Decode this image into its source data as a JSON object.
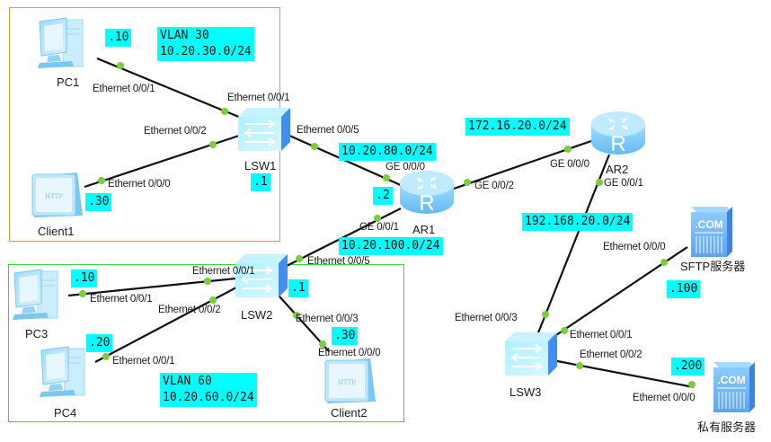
{
  "zones": [
    {
      "id": "vlan30",
      "border_color": "#f5962f",
      "title": "VLAN 30",
      "subnet": "10.20.30.0/24"
    },
    {
      "id": "vlan60",
      "border_color": "#33dd33",
      "title": "VLAN 60",
      "subnet": "10.20.60.0/24"
    }
  ],
  "colors": {
    "link": "#111111",
    "port_dot": "#7ccd3c",
    "tag_bg": "#00ffff",
    "device_light": "#bfe9ff",
    "device_mid": "#8fd3f7",
    "device_dark": "#5aa9ee"
  },
  "devices": {
    "pc1": {
      "name": "PC1",
      "type": "pc",
      "ip_suffix": ".10"
    },
    "client1": {
      "name": "Client1",
      "type": "client",
      "ip_suffix": ".30",
      "screen_text": "HTTP"
    },
    "lsw1": {
      "name": "LSW1",
      "type": "switch",
      "ip_suffix": ".1"
    },
    "ar1": {
      "name": "AR1",
      "type": "router",
      "ip_suffix": ".2"
    },
    "ar2": {
      "name": "AR2",
      "type": "router"
    },
    "lsw2": {
      "name": "LSW2",
      "type": "switch",
      "ip_suffix": ".1"
    },
    "pc3": {
      "name": "PC3",
      "type": "pc",
      "ip_suffix": ".10"
    },
    "pc4": {
      "name": "PC4",
      "type": "pc",
      "ip_suffix": ".20"
    },
    "client2": {
      "name": "Client2",
      "type": "client",
      "ip_suffix": ".30",
      "screen_text": "HTTP"
    },
    "lsw3": {
      "name": "LSW3",
      "type": "switch"
    },
    "sftp": {
      "name": "SFTP服务器",
      "type": "server",
      "ip_suffix": ".100",
      "screen_text": ".COM"
    },
    "private": {
      "name": "私有服务器",
      "type": "server",
      "ip_suffix": ".200",
      "screen_text": ".COM"
    }
  },
  "networks": {
    "ar1_lsw1": "10.20.80.0/24",
    "ar1_lsw2": "10.20.100.0/24",
    "ar1_ar2": "172.16.20.0/24",
    "ar2_lsw3": "192.168.20.0/24"
  },
  "links": [
    {
      "a": "PC1",
      "a_port": "Ethernet 0/0/1",
      "b": "LSW1",
      "b_port": "Ethernet 0/0/1"
    },
    {
      "a": "Client1",
      "a_port": "Ethernet 0/0/0",
      "b": "LSW1",
      "b_port": "Ethernet 0/0/2"
    },
    {
      "a": "LSW1",
      "a_port": "Ethernet 0/0/5",
      "b": "AR1",
      "b_port": "GE 0/0/0"
    },
    {
      "a": "AR1",
      "a_port": "GE 0/0/2",
      "b": "AR2",
      "b_port": "GE 0/0/0"
    },
    {
      "a": "AR1",
      "a_port": "GE 0/0/1",
      "b": "LSW2",
      "b_port": "Ethernet 0/0/5"
    },
    {
      "a": "PC3",
      "a_port": "Ethernet 0/0/1",
      "b": "LSW2",
      "b_port": "Ethernet 0/0/1"
    },
    {
      "a": "PC4",
      "a_port": "Ethernet 0/0/1",
      "b": "LSW2",
      "b_port": "Ethernet 0/0/2"
    },
    {
      "a": "Client2",
      "a_port": "Ethernet 0/0/0",
      "b": "LSW2",
      "b_port": "Ethernet 0/0/3"
    },
    {
      "a": "AR2",
      "a_port": "GE 0/0/1",
      "b": "LSW3",
      "b_port": "Ethernet 0/0/3"
    },
    {
      "a": "SFTP服务器",
      "a_port": "Ethernet 0/0/0",
      "b": "LSW3",
      "b_port": "Ethernet 0/0/1"
    },
    {
      "a": "私有服务器",
      "a_port": "Ethernet 0/0/0",
      "b": "LSW3",
      "b_port": "Ethernet 0/0/2"
    }
  ]
}
